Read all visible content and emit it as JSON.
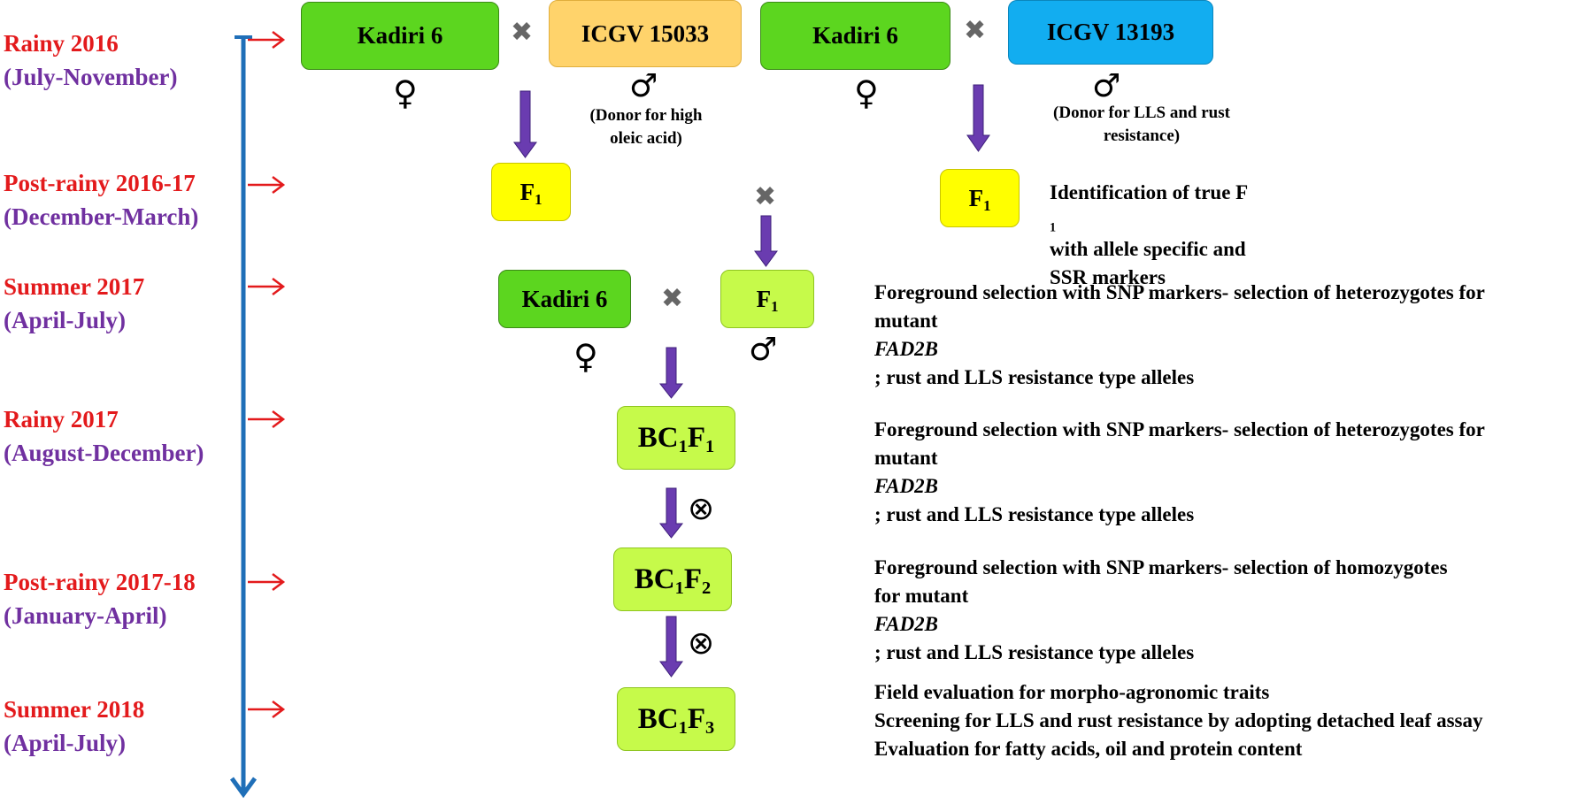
{
  "seasons": [
    {
      "name": "Rainy 2016",
      "months": "(July-November)"
    },
    {
      "name": "Post-rainy 2016-17",
      "months": "(December-March)"
    },
    {
      "name": "Summer 2017",
      "months": "(April-July)"
    },
    {
      "name": "Rainy 2017",
      "months": "(August-December)"
    },
    {
      "name": "Post-rainy 2017-18",
      "months": "(January-April)"
    },
    {
      "name": "Summer 2018",
      "months": "(April-July)"
    }
  ],
  "parents": {
    "kadiri1": "Kadiri 6",
    "icgv15033": "ICGV 15033",
    "kadiri2": "Kadiri 6",
    "icgv13193": "ICGV 13193",
    "kadiri3": "Kadiri 6"
  },
  "donor_notes": {
    "icgv15033_line1": "(Donor for high",
    "icgv15033_line2": "oleic acid)",
    "icgv13193_line1": "(Donor for LLS and rust",
    "icgv13193_line2": "resistance)"
  },
  "generations": {
    "f": "F",
    "f_sub": "1",
    "bc": "BC",
    "bc_sub1": "1",
    "bc_f": "F",
    "bc1f1_sub": "1",
    "bc1f2_sub": "2",
    "bc1f3_sub": "3"
  },
  "symbols": {
    "cross": "✖",
    "female": "♀",
    "male": "♂",
    "self": "⊗"
  },
  "descriptions": {
    "true_f1_a": "Identification of true F",
    "true_f1_sub": "1",
    "true_f1_b": " with allele specific and",
    "true_f1_line2": "SSR markers",
    "summer2017_line1": "Foreground selection with SNP markers- selection of heterozygotes for",
    "summer2017_pre": "mutant ",
    "summer2017_gene": "FAD2B",
    "summer2017_post": "; rust and LLS resistance type alleles",
    "rainy2017_line1": "Foreground selection with SNP markers- selection of heterozygotes for",
    "rainy2017_pre": "mutant ",
    "rainy2017_gene": "FAD2B",
    "rainy2017_post": "; rust and LLS resistance type alleles",
    "postrainy_line1": "Foreground selection with SNP markers- selection of homozygotes",
    "postrainy_pre": "for mutant ",
    "postrainy_gene": "FAD2B",
    "postrainy_post": "; rust and LLS resistance type alleles",
    "summer2018_line1": "Field evaluation for morpho-agronomic traits",
    "summer2018_line2": "Screening for LLS and rust resistance by adopting detached leaf assay",
    "summer2018_line3": "Evaluation for fatty acids, oil and protein content"
  },
  "colors": {
    "timeline": "#1f6fb8",
    "season_arrow": "#e31a1c",
    "flow_arrow": "#6a3cb0",
    "parent_green": "#5cd61f",
    "donor_orange": "#ffd36b",
    "donor_blue": "#12adf0",
    "f1_yellow": "#ffff00",
    "bc_lime": "#c6fa4a"
  }
}
